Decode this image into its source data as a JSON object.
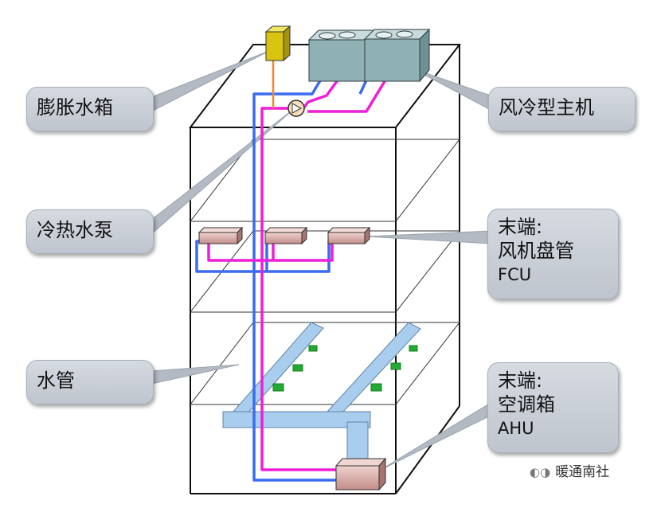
{
  "labels": {
    "expansion_tank": "膨胀水箱",
    "chiller": "风冷型主机",
    "pump": "冷热水泵",
    "fcu": [
      "末端:",
      "风机盘管",
      "FCU"
    ],
    "pipe": "水管",
    "ahu": [
      "末端:",
      "空调箱",
      "AHU"
    ]
  },
  "watermark": "暖通南社",
  "colors": {
    "supply_pipe": "#3a6cf0",
    "return_pipe": "#ee1fd8",
    "duct": "#9cc6ea",
    "fcu_unit": "#d9a9a5",
    "tank": "#e0d21b",
    "chiller": "#8fb1b4",
    "diffuser": "#22aa33",
    "label_bg": "#c9ced6"
  }
}
